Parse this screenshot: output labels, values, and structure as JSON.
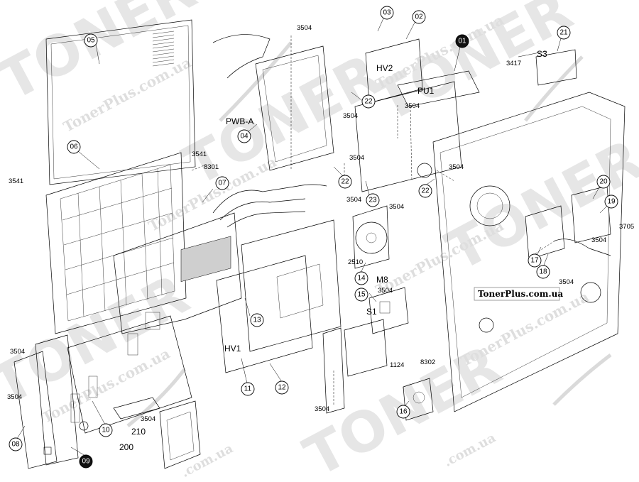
{
  "watermark": {
    "big_word": "TONER",
    "site": "TonerPlus.com.ua",
    "fragment_domain": ".com.ua"
  },
  "brand_label": "TonerPlus.com.ua",
  "callouts": [
    {
      "id": "c01",
      "text": "01",
      "filled": true
    },
    {
      "id": "c02",
      "text": "02"
    },
    {
      "id": "c03",
      "text": "03"
    },
    {
      "id": "c04",
      "text": "04"
    },
    {
      "id": "c05",
      "text": "05"
    },
    {
      "id": "c06",
      "text": "06"
    },
    {
      "id": "c07",
      "text": "07"
    },
    {
      "id": "c08",
      "text": "08"
    },
    {
      "id": "c09",
      "text": "09",
      "filled": true
    },
    {
      "id": "c10",
      "text": "10"
    },
    {
      "id": "c11",
      "text": "11"
    },
    {
      "id": "c12",
      "text": "12"
    },
    {
      "id": "c13",
      "text": "13"
    },
    {
      "id": "c14",
      "text": "14"
    },
    {
      "id": "c15",
      "text": "15"
    },
    {
      "id": "c16",
      "text": "16"
    },
    {
      "id": "c17",
      "text": "17"
    },
    {
      "id": "c18",
      "text": "18"
    },
    {
      "id": "c19",
      "text": "19"
    },
    {
      "id": "c20",
      "text": "20"
    },
    {
      "id": "c21",
      "text": "21"
    },
    {
      "id": "c22a",
      "text": "22"
    },
    {
      "id": "c22b",
      "text": "22"
    },
    {
      "id": "c22c",
      "text": "22"
    },
    {
      "id": "c23",
      "text": "23"
    }
  ],
  "labels": {
    "hv2": "HV2",
    "pu1": "PU1",
    "pwba": "PWB-A",
    "hv1": "HV1",
    "m8": "M8",
    "s1": "S1",
    "s3": "S3",
    "n200": "200",
    "n210": "210"
  },
  "screw_codes": [
    {
      "id": "s3504_top",
      "text": "3504"
    },
    {
      "id": "s3504_mid1",
      "text": "3504"
    },
    {
      "id": "s3504_mid2",
      "text": "3504"
    },
    {
      "id": "s3504_mid3",
      "text": "3504"
    },
    {
      "id": "s3504_mid4",
      "text": "3504"
    },
    {
      "id": "s3504_mid5",
      "text": "3504"
    },
    {
      "id": "s3504_mid6",
      "text": "3504"
    },
    {
      "id": "s3504_left1",
      "text": "3504"
    },
    {
      "id": "s3504_left2",
      "text": "3504"
    },
    {
      "id": "s3504_low",
      "text": "3504"
    },
    {
      "id": "s3504_bot",
      "text": "3504"
    },
    {
      "id": "s3504_s1",
      "text": "3504"
    },
    {
      "id": "s3504_right1",
      "text": "3504"
    },
    {
      "id": "s3504_right2",
      "text": "3504"
    },
    {
      "id": "s3541a",
      "text": "3541"
    },
    {
      "id": "s3541b",
      "text": "3541"
    },
    {
      "id": "s8301",
      "text": "8301"
    },
    {
      "id": "s8302",
      "text": "8302"
    },
    {
      "id": "s1124",
      "text": "1124"
    },
    {
      "id": "s2510",
      "text": "2510"
    },
    {
      "id": "s3417",
      "text": "3417"
    },
    {
      "id": "s3705",
      "text": "3705"
    }
  ]
}
